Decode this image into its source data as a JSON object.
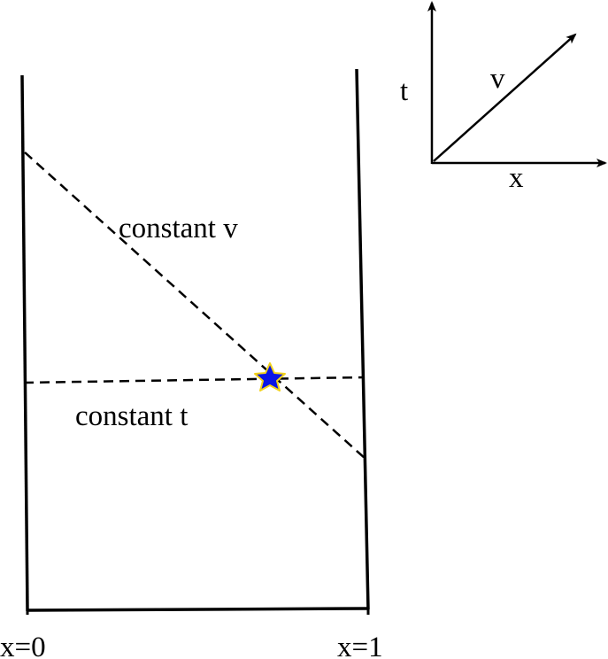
{
  "diagram": {
    "labels": {
      "constant_v": "constant v",
      "constant_t": "constant t",
      "x0": "x=0",
      "x1": "x=1",
      "axis_t": "t",
      "axis_v": "v",
      "axis_x": "x"
    },
    "colors": {
      "background": "#ffffff",
      "line": "#000000",
      "star_fill": "#0a14e6",
      "star_outline": "#f2d21b"
    },
    "icons": {
      "marker": "star-marker-icon"
    }
  }
}
